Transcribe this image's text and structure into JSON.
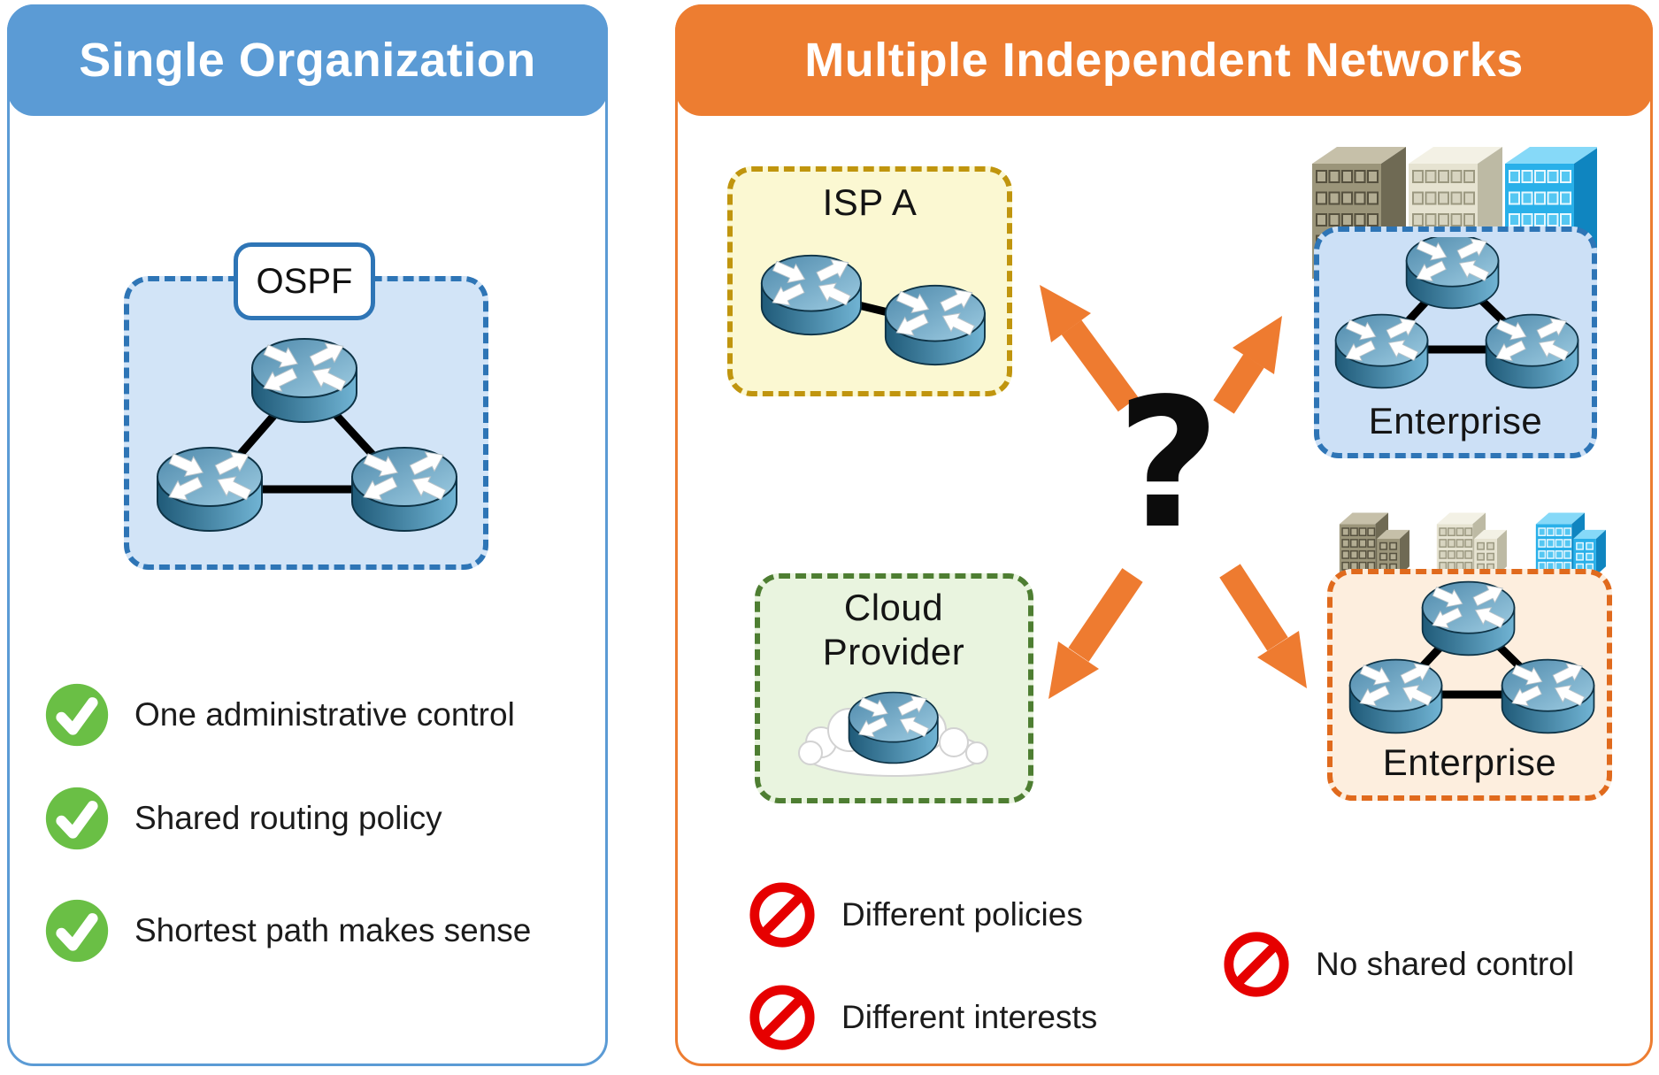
{
  "left_panel": {
    "title": "Single Organization",
    "protocol_label": "OSPF",
    "benefits": [
      {
        "label": "One administrative control"
      },
      {
        "label": "Shared routing policy"
      },
      {
        "label": "Shortest path makes sense"
      }
    ]
  },
  "right_panel": {
    "title": "Multiple Independent Networks",
    "question_mark": "?",
    "networks": [
      {
        "id": "isp-a",
        "label": "ISP A"
      },
      {
        "id": "enterprise-top",
        "label": "Enterprise"
      },
      {
        "id": "cloud-provider",
        "label": "Cloud Provider"
      },
      {
        "id": "enterprise-bottom",
        "label": "Enterprise"
      }
    ],
    "problems": [
      {
        "label": "Different policies"
      },
      {
        "label": "Different interests"
      },
      {
        "label": "No shared control"
      }
    ]
  },
  "icons": {
    "router": "router-icon",
    "building": "building-icon",
    "cloud": "cloud-icon",
    "check": "check-icon",
    "no_entry": "no-entry-icon",
    "arrow": "orange-arrow-icon"
  },
  "colors": {
    "left_accent": "#5b9bd5",
    "right_accent": "#ed7d31",
    "ospf_fill": "#d2e4f7",
    "blue_dash": "#2e75b6",
    "isp_fill": "#fbf8d2",
    "isp_dash": "#c0950e",
    "cloud_fill": "#e9f4df",
    "cloud_dash": "#4e7e32",
    "enterprise_bottom_fill": "#fdeede",
    "enterprise_bottom_dash": "#e06a1d",
    "check_green": "#6abf45",
    "prohibit_red": "#e60000",
    "arrow_orange": "#ee7b30",
    "link_black": "#000000"
  }
}
